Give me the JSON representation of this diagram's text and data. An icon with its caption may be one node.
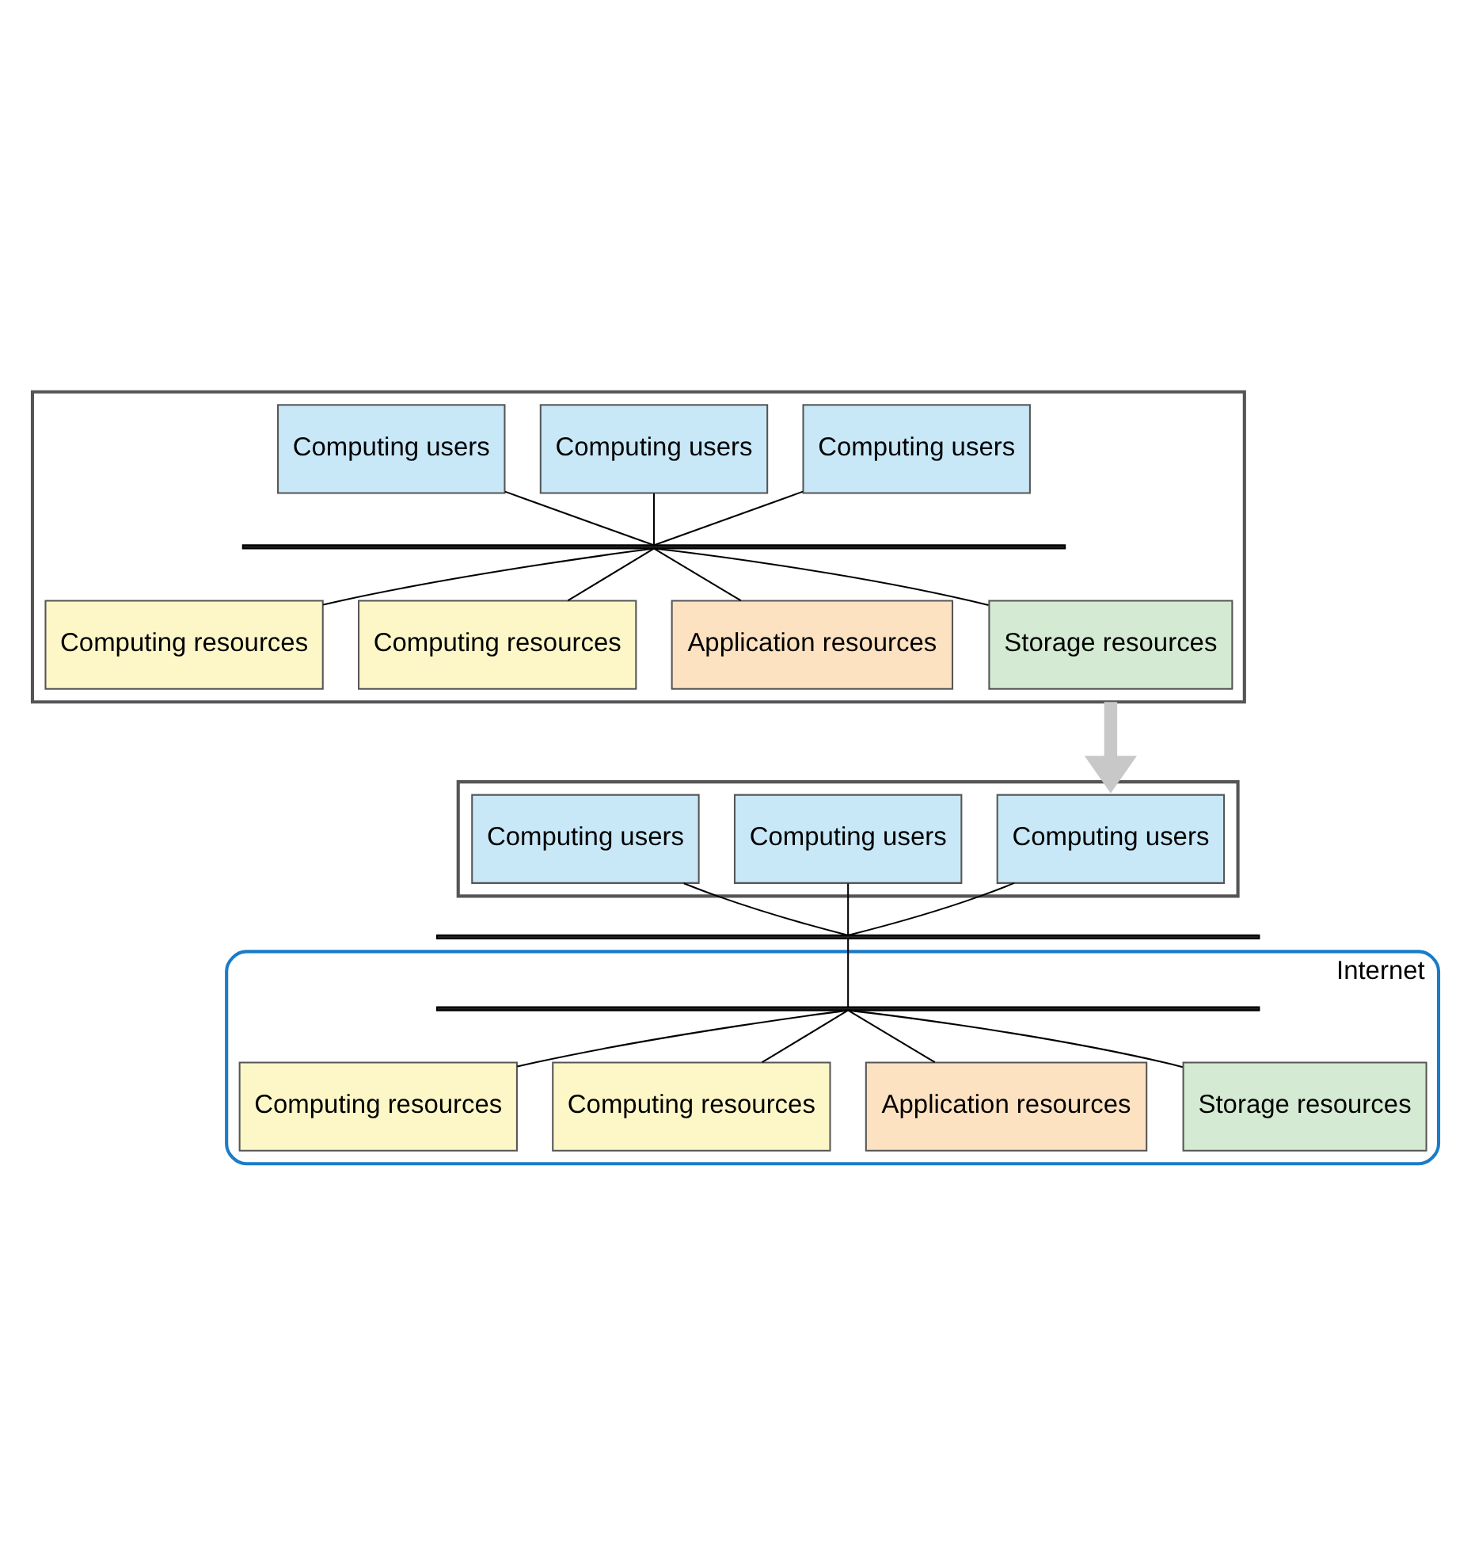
{
  "diagram": {
    "nodes": [
      {
        "text": [],
        "shape": "box"
      },
      {
        "text": [
          "Computing users"
        ],
        "in": 0
      },
      {
        "text": [
          "Computing users"
        ],
        "in": 0
      },
      {
        "text": [
          "Computing users"
        ],
        "in": 0
      },
      {
        "text": [],
        "shape": "bar",
        "in": 0
      },
      {
        "text": [
          "Computing resources"
        ],
        "in": 0
      },
      {
        "text": [
          "Computing resources"
        ],
        "in": 0
      },
      {
        "text": [
          "Application resources"
        ],
        "in": 0
      },
      {
        "text": [
          "Storage resources"
        ],
        "in": 0
      },
      {
        "text": [],
        "shape": "box"
      },
      {
        "text": [
          "Computing users"
        ],
        "in": 9
      },
      {
        "text": [
          "Computing users"
        ],
        "in": 9
      },
      {
        "text": [
          "Computing users"
        ],
        "in": 9
      },
      {
        "text": [],
        "shape": "bar"
      },
      {
        "text": [
          "Internet"
        ]
      },
      {
        "text": [],
        "shape": "bar",
        "in": 14
      },
      {
        "text": [
          "Computing resources"
        ],
        "in": 14
      },
      {
        "text": [
          "Computing resources"
        ],
        "in": 14
      },
      {
        "text": [
          "Application resources"
        ],
        "in": 14
      },
      {
        "text": [
          "Storage resources"
        ],
        "in": 14
      }
    ],
    "edges": [
      {
        "from": 1,
        "to": 4,
        "arrow": "none"
      },
      {
        "from": 2,
        "to": 4,
        "arrow": "none"
      },
      {
        "from": 3,
        "to": 4,
        "arrow": "none"
      },
      {
        "from": 4,
        "to": 5,
        "arrow": "none"
      },
      {
        "from": 4,
        "to": 6,
        "arrow": "none"
      },
      {
        "from": 4,
        "to": 7,
        "arrow": "none"
      },
      {
        "from": 4,
        "to": 8,
        "arrow": "none"
      },
      {
        "from": 0,
        "to": 9,
        "arrow": "to",
        "style": "thick",
        "color": "#c8c8c8"
      },
      {
        "from": 10,
        "to": 13,
        "arrow": "none"
      },
      {
        "from": 11,
        "to": 13,
        "arrow": "none"
      },
      {
        "from": 12,
        "to": 13,
        "arrow": "none"
      },
      {
        "from": 13,
        "to": 15,
        "arrow": "none"
      },
      {
        "from": 15,
        "to": 16,
        "arrow": "none"
      },
      {
        "from": 15,
        "to": 17,
        "arrow": "none"
      },
      {
        "from": 15,
        "to": 18,
        "arrow": "none"
      },
      {
        "from": 15,
        "to": 19,
        "arrow": "none"
      }
    ]
  }
}
